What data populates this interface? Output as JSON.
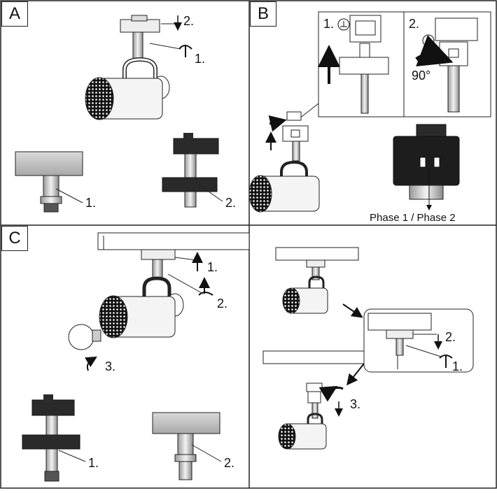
{
  "panels": {
    "a": {
      "label": "A",
      "step1": "1.",
      "step2": "2.",
      "detail1": "1.",
      "detail2": "2."
    },
    "b": {
      "label": "B",
      "inset1": "1.",
      "inset2": "2.",
      "angle": "90°",
      "phase": "Phase 1 / Phase 2"
    },
    "c": {
      "label": "C",
      "step1": "1.",
      "step2": "2.",
      "step3": "3.",
      "detail1": "1.",
      "detail2": "2."
    },
    "d": {
      "zoom_step2": "2.",
      "zoom_step1": "1.",
      "step3": "3."
    }
  },
  "colors": {
    "line": "#222222",
    "dark": "#2a2a2a",
    "grey": "#bdbdbd",
    "light": "#e6e6e6"
  }
}
